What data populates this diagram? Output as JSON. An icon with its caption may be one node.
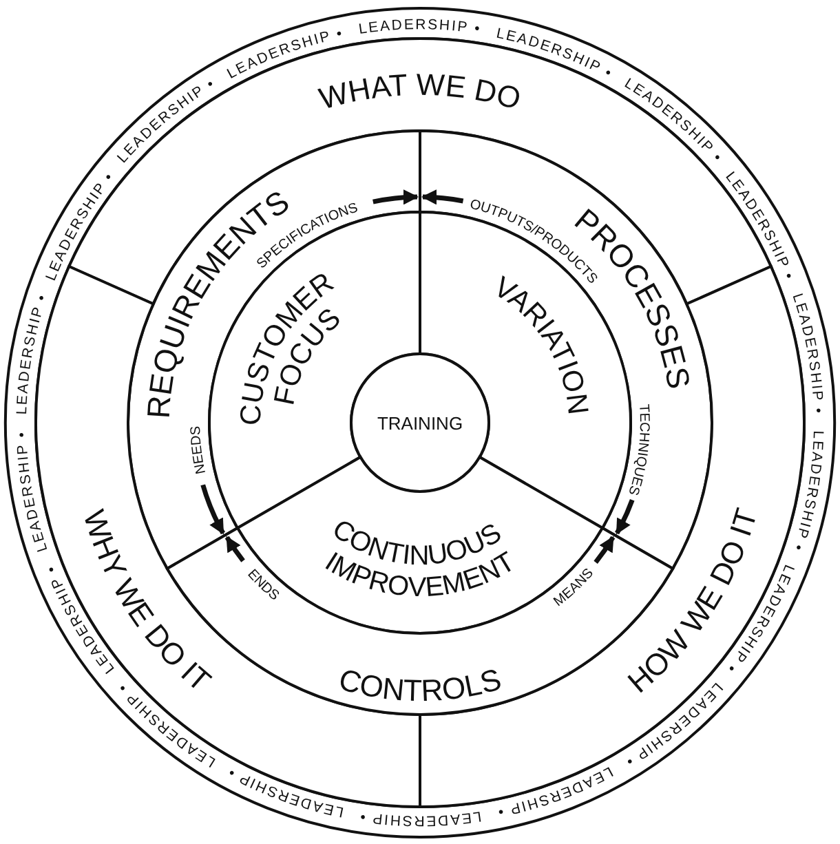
{
  "diagram": {
    "nodes": [
      {
        "text": [
          "LEADERSHIP •",
          "LEADERSHIP •",
          "LEADERSHIP •",
          "LEADERSHIP •",
          "LEADERSHIP •",
          "LEADERSHIP •",
          "LEADERSHIP •",
          "LEADERSHIP •",
          "LEADERSHIP •",
          "LEADERSHIP •",
          "LEADERSHIP •",
          "LEADERSHIP •",
          "LEADERSHIP •",
          "LEADERSHIP •",
          "LEADERSHIP •",
          "LEADERSHIP •",
          "LEADERSHIP •",
          "LEADERSHIP •"
        ]
      },
      {
        "text": [
          "WHAT WE DO"
        ],
        "in": 0
      },
      {
        "text": [
          "REQUIREMENTS"
        ],
        "in": 0
      },
      {
        "text": [
          "SPECIFICATIONS"
        ],
        "in": 2
      },
      {
        "text": [
          "NEEDS"
        ],
        "in": 2
      },
      {
        "text": [
          "PROCESSES"
        ],
        "in": 0
      },
      {
        "text": [
          "OUTPUTS/PRODUCTS"
        ],
        "in": 5
      },
      {
        "text": [
          "TECHNIQUES"
        ],
        "in": 5
      },
      {
        "text": [
          "CUSTOMER FOCUS"
        ],
        "in": 0
      },
      {
        "text": [
          "VARIATION"
        ],
        "in": 0
      },
      {
        "text": [
          "TRAINING"
        ],
        "in": 0
      },
      {
        "text": [
          "WHY WE DO IT"
        ],
        "in": 0
      },
      {
        "text": [
          "HOW WE DO IT"
        ],
        "in": 0
      },
      {
        "text": [
          "CONTINUOUS IMPROVEMENT"
        ],
        "in": 0
      },
      {
        "text": [
          "CONTROLS"
        ],
        "in": 0
      },
      {
        "text": [
          "ENDS"
        ],
        "in": 14
      },
      {
        "text": [
          "MEANS"
        ],
        "in": 14
      }
    ],
    "edges": [
      {
        "from": 3,
        "to": 5,
        "arrow": "to"
      },
      {
        "from": 6,
        "to": 2,
        "arrow": "to"
      },
      {
        "from": 7,
        "to": 14,
        "arrow": "to"
      },
      {
        "from": 16,
        "to": 5,
        "arrow": "to"
      },
      {
        "from": 4,
        "to": 14,
        "arrow": "to"
      },
      {
        "from": 15,
        "to": 2,
        "arrow": "to"
      }
    ]
  }
}
